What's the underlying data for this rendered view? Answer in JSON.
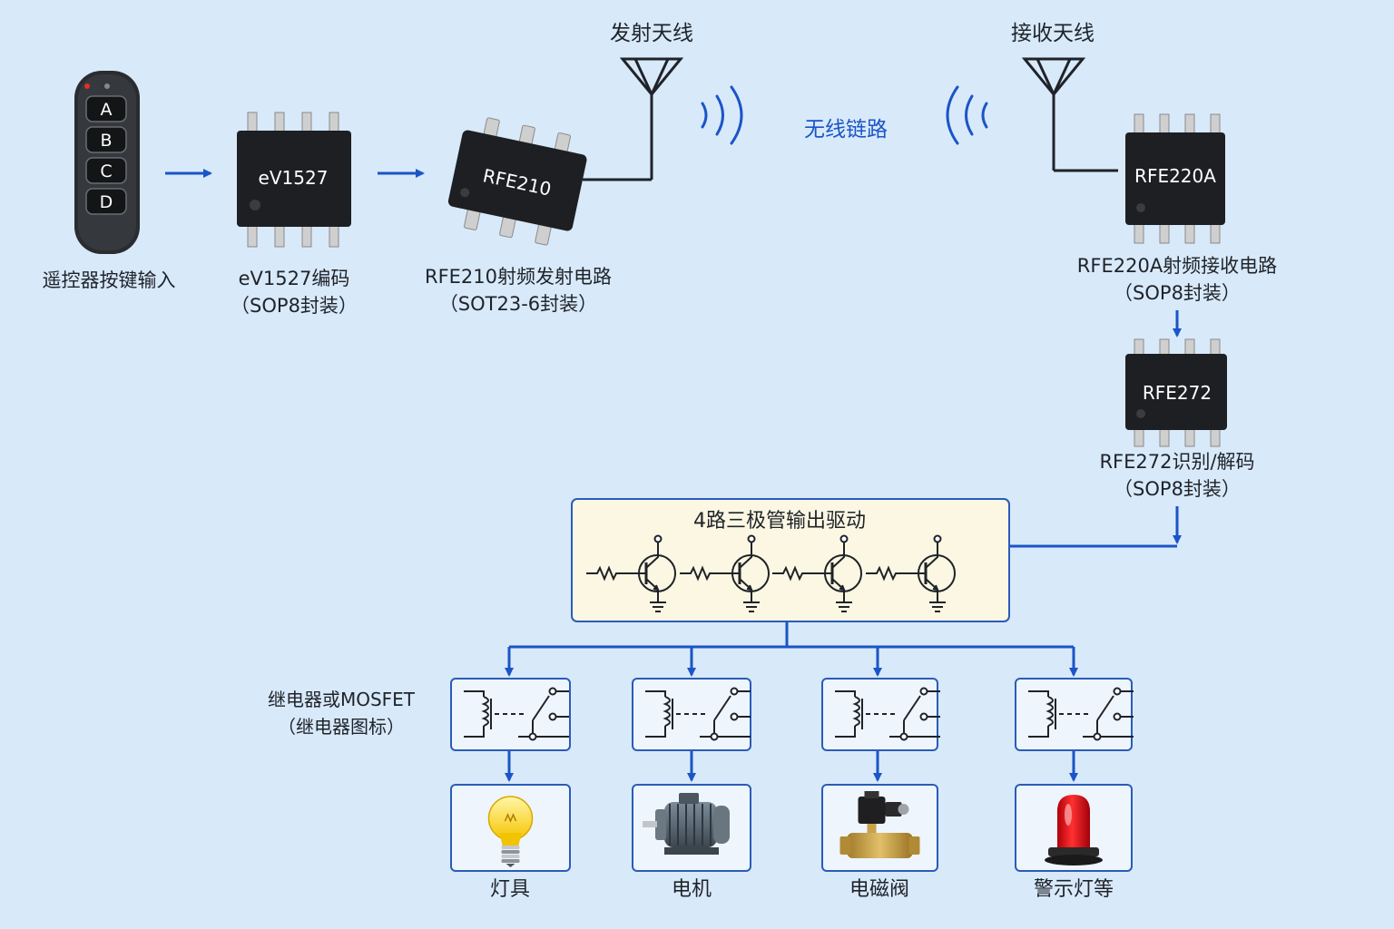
{
  "colors": {
    "background": "#d8e9fa",
    "arrow": "#1a55c6",
    "chip": "#1e1f22",
    "pin": "#c9c9c9",
    "driver_box_bg": "#fbf7e2",
    "box_border": "#2a5cb8",
    "wireless_text": "#1a55c6"
  },
  "remote": {
    "keys": [
      "A",
      "B",
      "C",
      "D"
    ],
    "label": "遥控器按键输入"
  },
  "encoder": {
    "chip": "eV1527",
    "label_1": "eV1527编码",
    "label_2": "（SOP8封装）"
  },
  "transmitter": {
    "chip": "RFE210",
    "label_1": "RFE210射频发射电路",
    "label_2": "（SOT23-6封装）"
  },
  "tx_antenna": {
    "label": "发射天线"
  },
  "wireless": {
    "label": "无线链路"
  },
  "rx_antenna": {
    "label": "接收天线"
  },
  "receiver": {
    "chip": "RFE220A",
    "label_1": "RFE220A射频接收电路",
    "label_2": "（SOP8封装）"
  },
  "decoder": {
    "chip": "RFE272",
    "label_1": "RFE272识别/解码",
    "label_2": "（SOP8封装）"
  },
  "driver": {
    "title": "4路三极管输出驱动",
    "channels": 4
  },
  "relay_note": {
    "line_1": "继电器或MOSFET",
    "line_2": "（继电器图标）"
  },
  "loads": [
    {
      "label": "灯具",
      "icon": "light-bulb-icon"
    },
    {
      "label": "电机",
      "icon": "electric-motor-icon"
    },
    {
      "label": "电磁阀",
      "icon": "solenoid-valve-icon"
    },
    {
      "label": "警示灯等",
      "icon": "warning-beacon-icon"
    }
  ]
}
